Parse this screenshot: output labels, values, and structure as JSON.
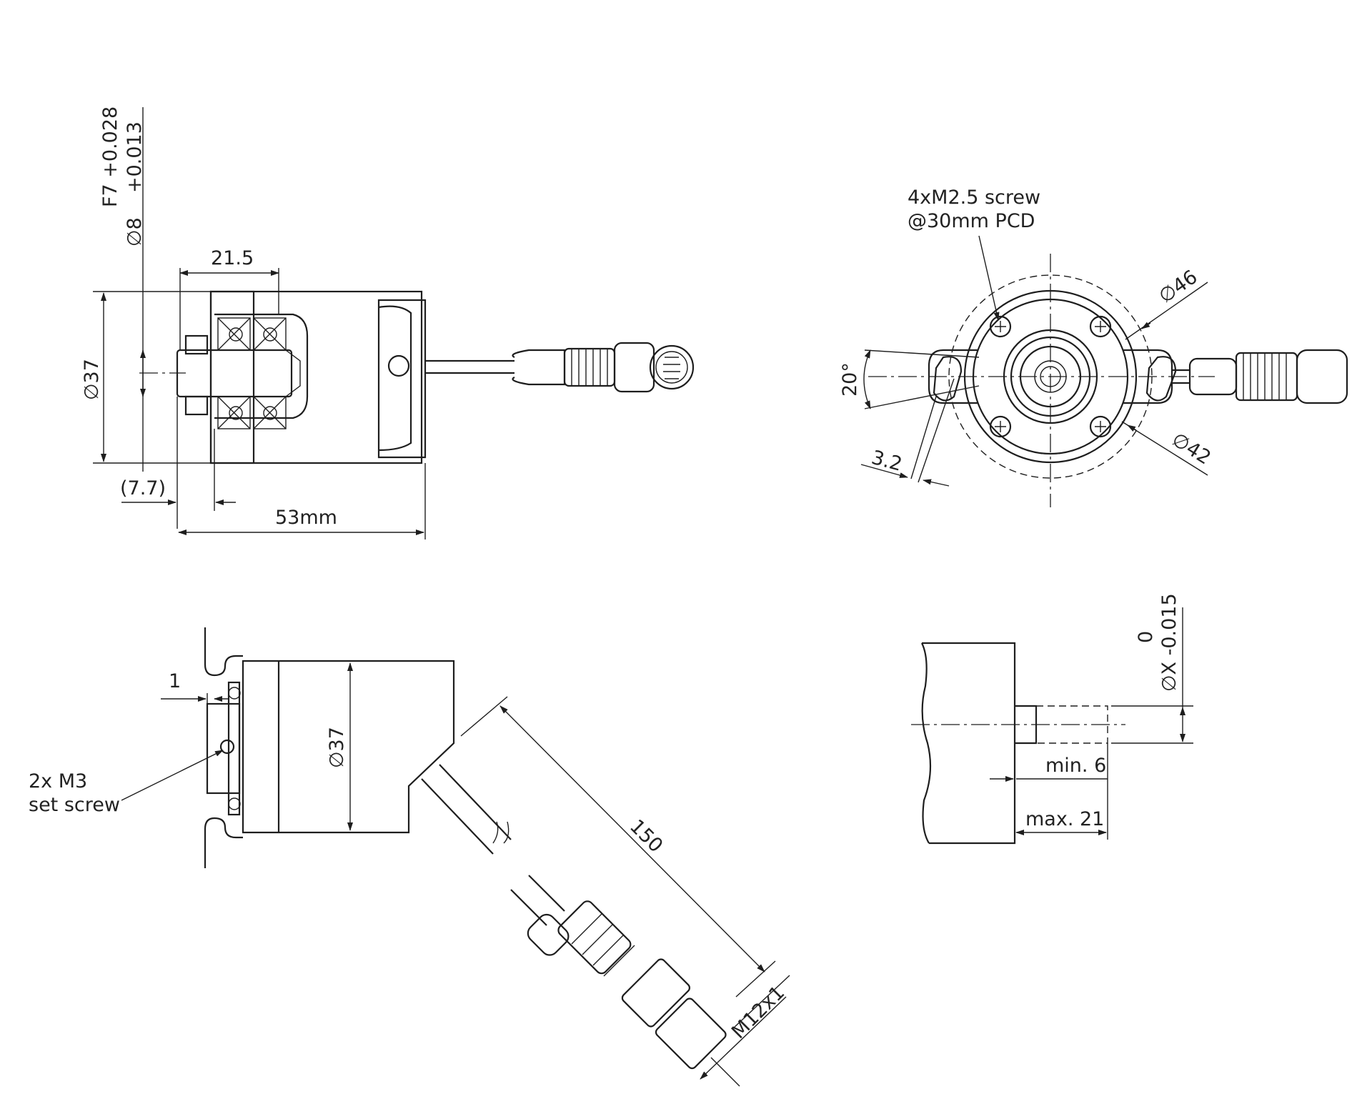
{
  "views": {
    "side_section": {
      "tolerance_upper": "F7 +0.028",
      "tolerance_lower": "+0.013",
      "bore_diameter": "∅8",
      "dim_width": "21.5",
      "dim_diameter": "∅37",
      "dim_offset": "(7.7)",
      "dim_length": "53mm"
    },
    "front": {
      "screw_note_line1": "4xM2.5 screw",
      "screw_note_line2": "@30mm PCD",
      "dim_outer": "∅46",
      "dim_inner": "∅42",
      "dim_angle": "20°",
      "dim_slot": "3.2"
    },
    "installed": {
      "dim_gap": "1",
      "set_screw_line1": "2x M3",
      "set_screw_line2": "set screw",
      "dim_diameter": "∅37",
      "dim_cable": "150",
      "dim_connector": "M12x1"
    },
    "shaft_detail": {
      "tolerance_upper": "0",
      "shaft_diameter": "∅X -0.015",
      "dim_min": "min. 6",
      "dim_max": "max. 21"
    }
  },
  "colors": {
    "line": "#1e1e1e",
    "background": "#ffffff"
  }
}
